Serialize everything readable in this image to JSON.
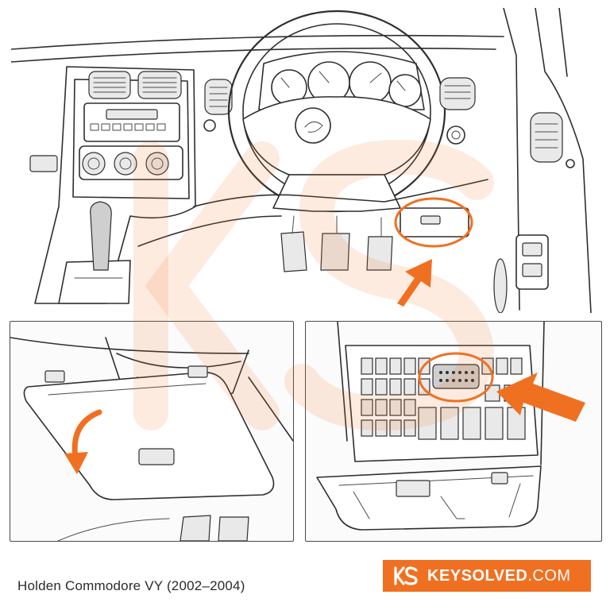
{
  "caption": "Holden Commodore VY (2002–2004)",
  "brand": {
    "name": "KEYSOLVED",
    "suffix": ".COM",
    "mark": "KS",
    "accent_color": "#f07022"
  },
  "colors": {
    "line": "#2e2e2e",
    "highlight": "#f07022",
    "background": "#ffffff"
  },
  "icons": {
    "main_arrow": "arrow-up-right-icon",
    "inset_left_arrow": "curved-arrow-down-icon",
    "inset_right_arrow": "arrow-down-left-icon"
  }
}
